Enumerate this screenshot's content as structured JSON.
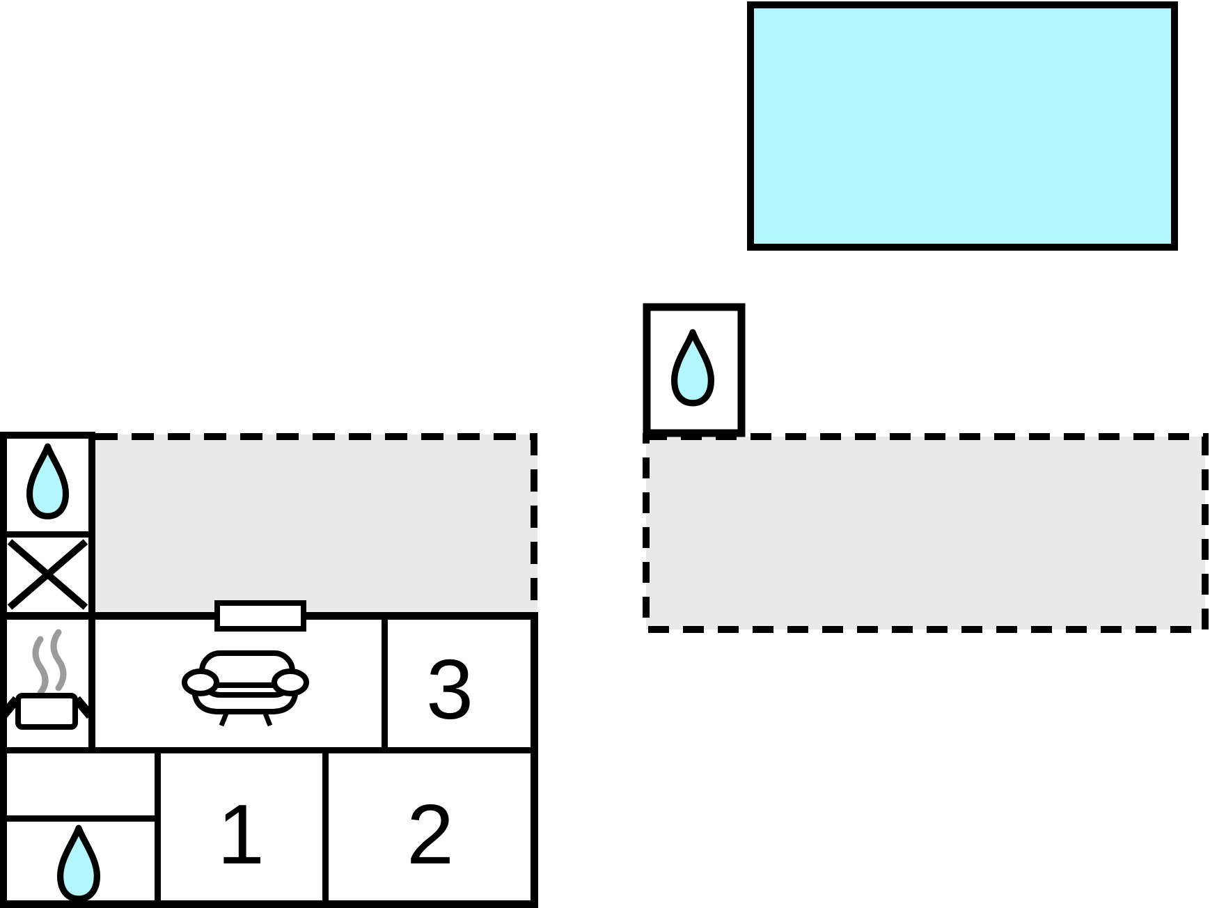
{
  "colors": {
    "water": "#b3f6fd",
    "terrace": "#e9e9e9",
    "wall": "#000000",
    "steam": "#9b9b9b"
  },
  "floorplan": {
    "outdoor": {
      "pool": {
        "name": "swimming-pool"
      },
      "shower_box": {
        "name": "outdoor-shower-box",
        "icon": "water-drop-icon"
      },
      "terraces": [
        {
          "name": "terrace-left"
        },
        {
          "name": "terrace-right"
        }
      ]
    },
    "building": {
      "bedrooms": [
        {
          "label": "1"
        },
        {
          "label": "2"
        },
        {
          "label": "3"
        }
      ],
      "living_room": {
        "icon": "sofa-icon"
      },
      "kitchen": {
        "icon": "pot-with-steam-icon"
      },
      "bathroom_top": {
        "icon": "water-drop-icon"
      },
      "bathroom_bottom": {
        "icon": "water-drop-icon"
      },
      "utility": {
        "icon": "crossed-square-icon"
      },
      "window": {
        "icon": "window-rect-icon"
      }
    }
  }
}
